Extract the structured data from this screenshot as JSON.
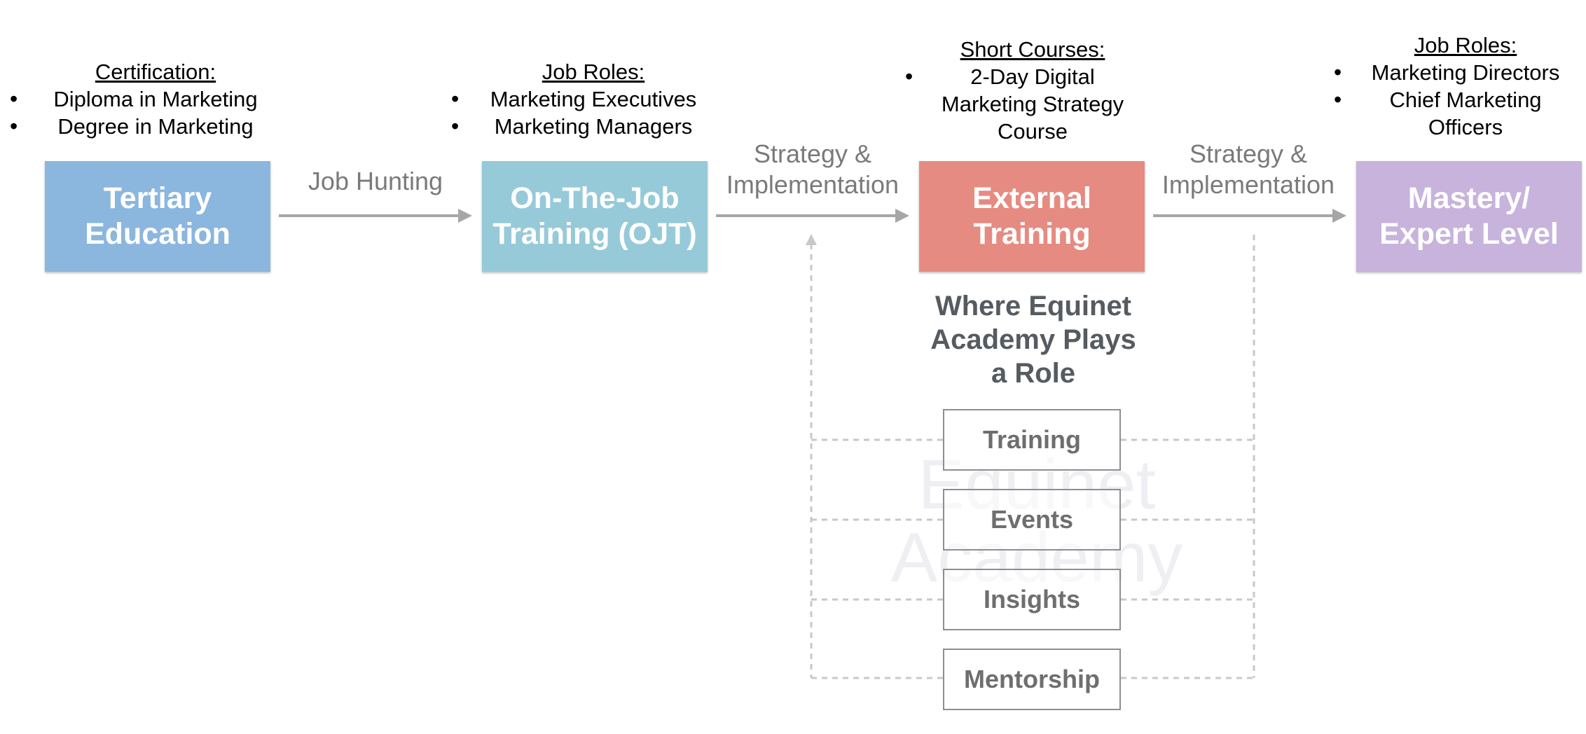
{
  "labels": {
    "certification": {
      "heading": "Certification:",
      "items": [
        "Diploma in Marketing",
        "Degree in Marketing"
      ]
    },
    "job_roles_ojt": {
      "heading": "Job Roles:",
      "items": [
        "Marketing Executives",
        "Marketing Managers"
      ]
    },
    "short_courses": {
      "heading": "Short Courses:",
      "item_lines": [
        "2-Day Digital",
        "Marketing Strategy",
        "Course"
      ]
    },
    "job_roles_mastery": {
      "heading": "Job Roles:",
      "item1": "Marketing Directors",
      "item2_lines": [
        "Chief Marketing",
        "Officers"
      ]
    }
  },
  "stages": [
    {
      "lines": [
        "Tertiary",
        "Education"
      ],
      "color": "#8bb6de"
    },
    {
      "lines": [
        "On-The-Job",
        "Training (OJT)"
      ],
      "color": "#96cad9"
    },
    {
      "lines": [
        "External",
        "Training"
      ],
      "color": "#e68b81"
    },
    {
      "lines": [
        "Mastery/",
        "Expert Level"
      ],
      "color": "#c7b3db"
    }
  ],
  "transitions": [
    {
      "lines": [
        "Job Hunting"
      ]
    },
    {
      "lines": [
        "Strategy &",
        "Implementation"
      ]
    },
    {
      "lines": [
        "Strategy &",
        "Implementation"
      ]
    }
  ],
  "role_section": {
    "title_lines": [
      "Where Equinet",
      "Academy Plays",
      "a Role"
    ],
    "items": [
      "Training",
      "Events",
      "Insights",
      "Mentorship"
    ]
  },
  "watermark": {
    "lines": [
      "Equinet",
      "Academy"
    ]
  },
  "colors": {
    "arrow": "#a6a6a6",
    "dashed": "#c8c8c8",
    "box_border": "#8e8e8e"
  }
}
